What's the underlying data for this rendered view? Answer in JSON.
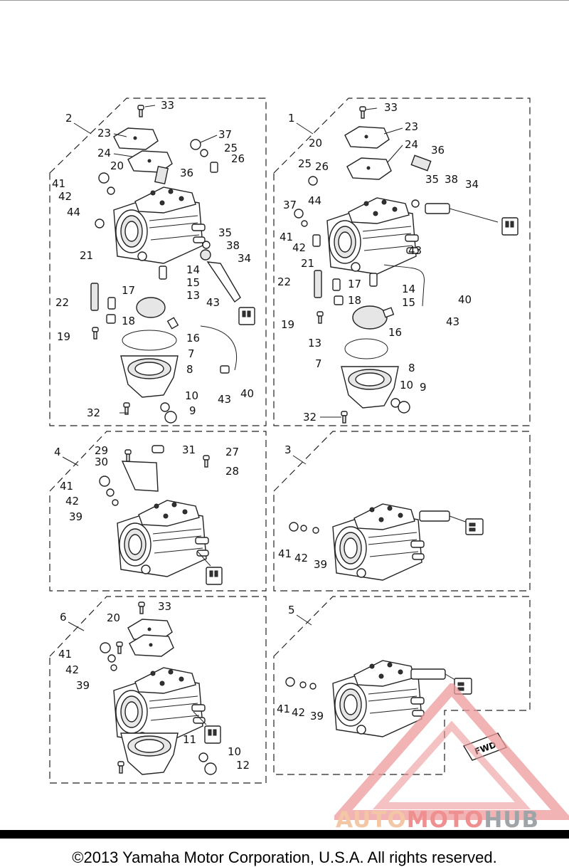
{
  "copyright": "©2013 Yamaha Motor Corporation, U.S.A. All rights reserved.",
  "watermark": {
    "part1": "AUTO",
    "part2": "MOTO",
    "part3": "HUB",
    "colors": {
      "auto": "#f3c7a6",
      "moto": "#ef8f8f",
      "hub": "#9fa4a8",
      "triangle": "#ec9a9a"
    }
  },
  "fwd_label": "FWD",
  "assemblies": [
    "1",
    "2",
    "3",
    "4",
    "5",
    "6"
  ],
  "callouts": {
    "a2": [
      "33",
      "23",
      "37",
      "25",
      "24",
      "26",
      "20",
      "36",
      "41",
      "42",
      "44",
      "21",
      "35",
      "38",
      "34",
      "14",
      "15",
      "13",
      "43",
      "22",
      "17",
      "18",
      "19",
      "16",
      "7",
      "8",
      "10",
      "9",
      "32",
      "43",
      "40"
    ],
    "a1": [
      "33",
      "23",
      "20",
      "24",
      "36",
      "25",
      "26",
      "44",
      "35",
      "38",
      "34",
      "37",
      "41",
      "42",
      "21",
      "43",
      "22",
      "17",
      "14",
      "18",
      "15",
      "40",
      "19",
      "16",
      "43",
      "13",
      "7",
      "8",
      "10",
      "9",
      "32"
    ],
    "a4": [
      "29",
      "31",
      "27",
      "30",
      "28",
      "41",
      "42",
      "39"
    ],
    "a3": [
      "41",
      "42",
      "39"
    ],
    "a6": [
      "33",
      "20",
      "41",
      "42",
      "39",
      "11",
      "10",
      "12"
    ],
    "a5": [
      "41",
      "42",
      "39"
    ]
  }
}
